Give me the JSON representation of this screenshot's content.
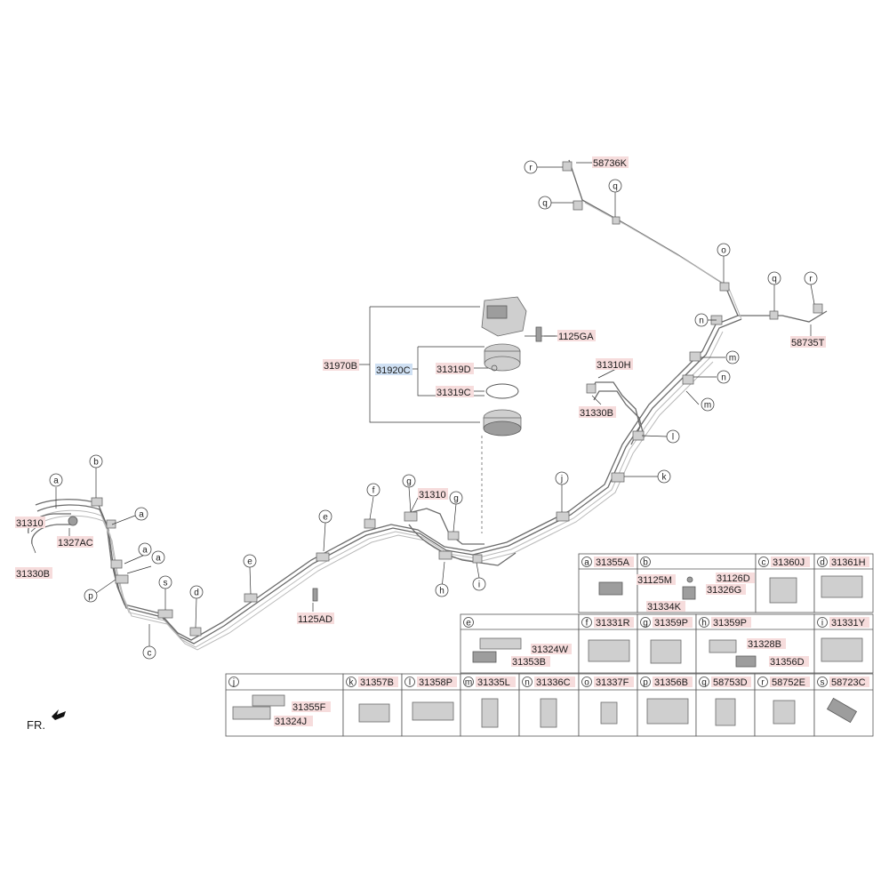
{
  "parts": {
    "p58736K": "58736K",
    "p58735T": "58735T",
    "p1125GA": "1125GA",
    "p31970B": "31970B",
    "p31920C": "31920C",
    "p31319D": "31319D",
    "p31319C": "31319C",
    "p31310H": "31310H",
    "p31330B_r": "31330B",
    "p31310_l": "31310",
    "p1327AC": "1327AC",
    "p31330B_l": "31330B",
    "p31310_c": "31310",
    "p1125AD": "1125AD"
  },
  "callouts": {
    "r": "r",
    "q": "q",
    "o": "o",
    "n": "n",
    "m": "m",
    "l": "l",
    "k": "k",
    "j": "j",
    "i": "i",
    "h": "h",
    "g": "g",
    "f": "f",
    "e": "e",
    "d": "d",
    "c": "c",
    "b": "b",
    "a": "a",
    "s": "s",
    "p": "p"
  },
  "legend_row1": [
    {
      "letter": "a",
      "parts": [
        "31355A"
      ]
    },
    {
      "letter": "b",
      "parts": [
        "31125M",
        "31126D",
        "31326G",
        "31334K"
      ]
    },
    {
      "letter": "c",
      "parts": [
        "31360J"
      ]
    },
    {
      "letter": "d",
      "parts": [
        "31361H"
      ]
    }
  ],
  "legend_row2": [
    {
      "letter": "e",
      "parts": [
        "31324W",
        "31353B"
      ]
    },
    {
      "letter": "f",
      "parts": [
        "31331R"
      ]
    },
    {
      "letter": "g",
      "parts": [
        "31359P"
      ]
    },
    {
      "letter": "h",
      "parts": [
        "31359P",
        "31328B",
        "31356D"
      ]
    },
    {
      "letter": "i",
      "parts": [
        "31331Y"
      ]
    }
  ],
  "legend_row3": [
    {
      "letter": "j",
      "parts": [
        "31355F",
        "31324J"
      ]
    },
    {
      "letter": "k",
      "parts": [
        "31357B"
      ]
    },
    {
      "letter": "l",
      "parts": [
        "31358P"
      ]
    },
    {
      "letter": "m",
      "parts": [
        "31335L"
      ]
    },
    {
      "letter": "n",
      "parts": [
        "31336C"
      ]
    },
    {
      "letter": "o",
      "parts": [
        "31337F"
      ]
    },
    {
      "letter": "p",
      "parts": [
        "31356B"
      ]
    },
    {
      "letter": "q",
      "parts": [
        "58753D"
      ]
    },
    {
      "letter": "r",
      "parts": [
        "58752E"
      ]
    },
    {
      "letter": "s",
      "parts": [
        "58723C"
      ]
    }
  ],
  "direction_label": "FR."
}
